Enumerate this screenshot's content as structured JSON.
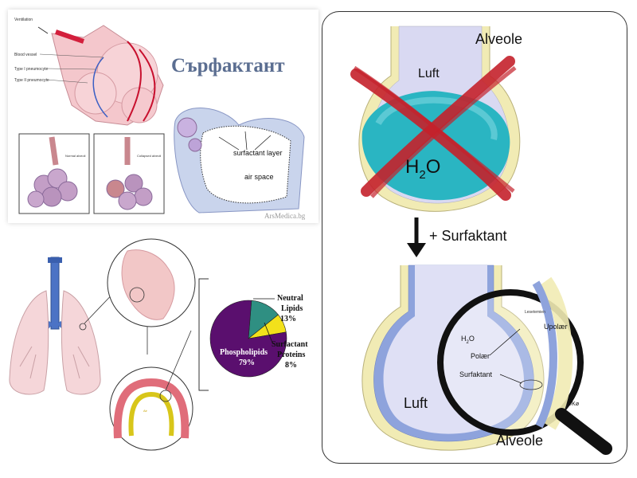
{
  "top_left": {
    "title": "Сърфактант",
    "labels": {
      "ventilation": "Ventilation",
      "blood_vessel": "Blood vessel",
      "type1": "Type I pneumocyte",
      "type2": "Type II pneumocyte",
      "normal": "Normal alveoli",
      "collapsed": "Collapsed alveoli",
      "surfactant_layer": "surfactant layer",
      "air_space": "air space"
    },
    "watermark": "ArsMedica.bg"
  },
  "pie": {
    "slices": [
      {
        "label": "Phospholipids",
        "value_text": "79%",
        "value": 79,
        "color": "#5a0f6e"
      },
      {
        "label": "Neutral Lipids",
        "value_text": "13%",
        "value": 13,
        "color": "#2f8f82"
      },
      {
        "label": "Surfactant Proteins",
        "value_text": "8%",
        "value": 8,
        "color": "#f2e11b"
      }
    ]
  },
  "right": {
    "alveole_top": "Alveole",
    "luft_top": "Luft",
    "h2o_main": "H",
    "h2o_sub": "2",
    "h2o_end": "O",
    "plus_surfaktant": "+ Surfaktant",
    "luft_bottom": "Luft",
    "alveole_bottom": "Alveole",
    "lens": {
      "upolaer": "Upolær",
      "h2o": "H",
      "h2o_sub": "2",
      "h2o_end": "O",
      "polaer": "Polær",
      "surfaktant": "Surfaktant",
      "lesetem": "Lesetemien",
      "copyright": "©Kø"
    }
  }
}
